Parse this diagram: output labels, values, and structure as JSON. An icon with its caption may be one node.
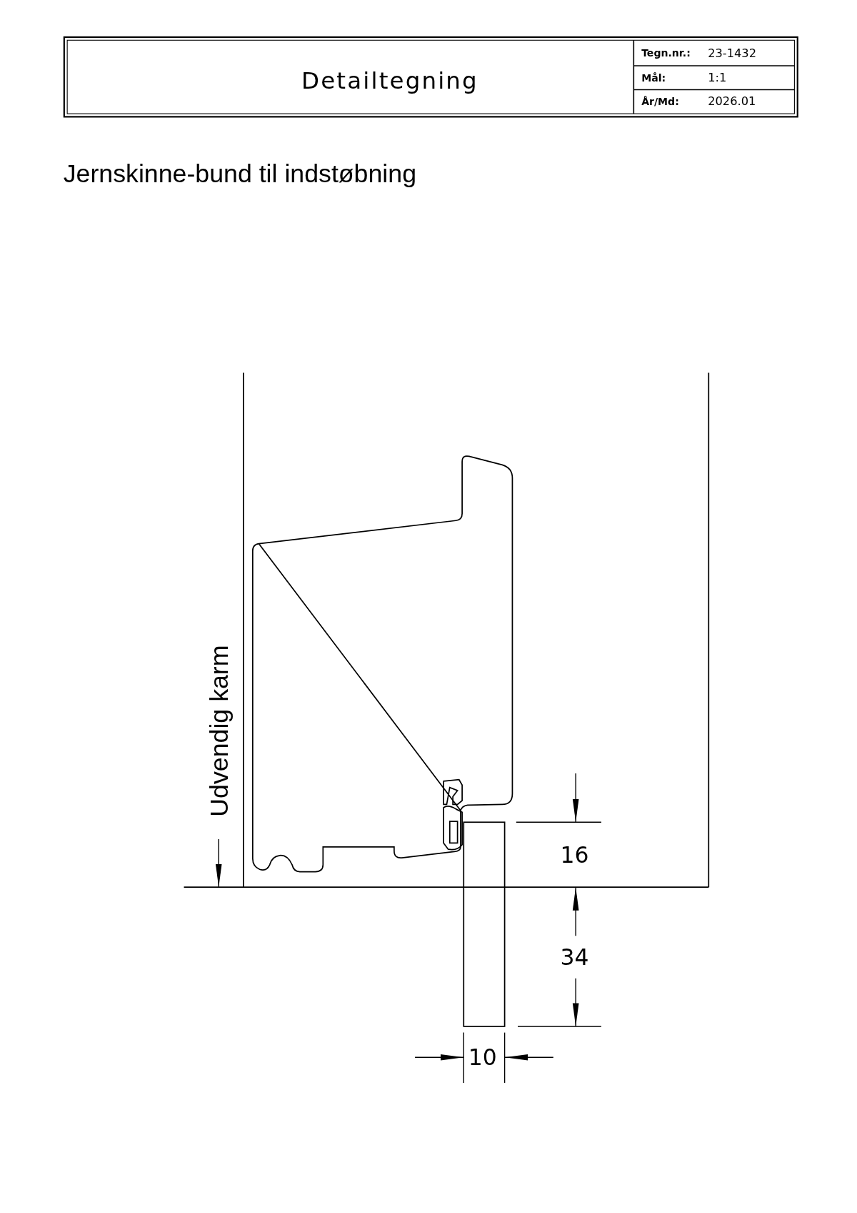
{
  "diagram": {
    "title": "Jernskinne-bund til indstøbning",
    "labels": [
      "Detailtegning",
      "Tegn.nr.:",
      "23-1432",
      "Mål:",
      "1:1",
      "År/Md:",
      "2026.01",
      "Udvendig karm",
      "16",
      "34",
      "10"
    ]
  }
}
